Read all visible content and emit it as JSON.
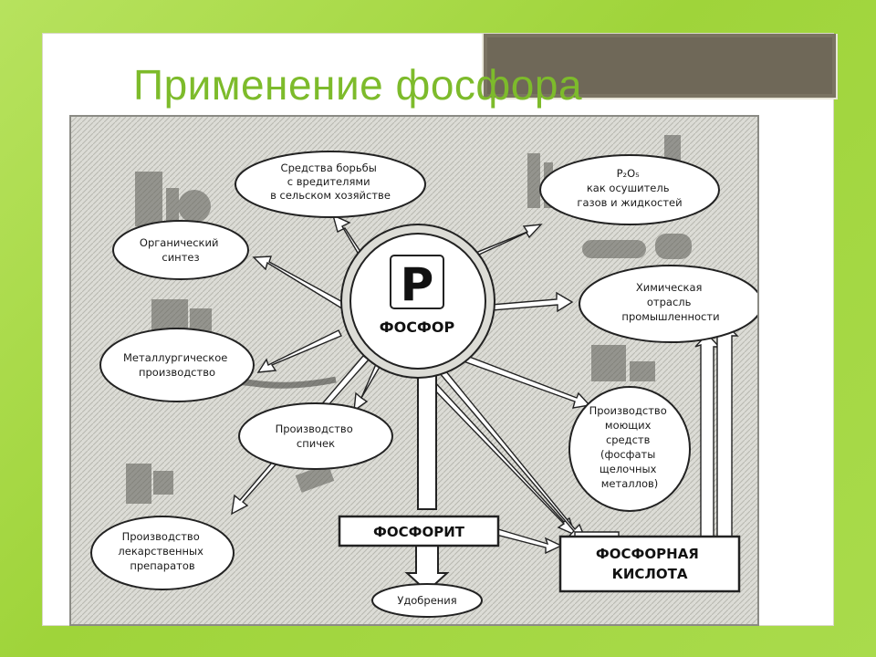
{
  "slide": {
    "title": "Применение фосфора"
  },
  "diagram": {
    "center": {
      "symbol": "P",
      "name": "ФОСФОР"
    },
    "nodes": {
      "pest_control": [
        "Средства борьбы",
        "с вредителями",
        "в сельском хозяйстве"
      ],
      "p2o5": [
        "P₂O₅",
        "как осушитель",
        "газов и жидкостей"
      ],
      "organic": [
        "Органический",
        "синтез"
      ],
      "chemical": [
        "Химическая",
        "отрасль",
        "промышленности"
      ],
      "metallurgy": [
        "Металлургическое",
        "производство"
      ],
      "matches": [
        "Производство",
        "спичек"
      ],
      "detergents": [
        "Производство",
        "моющих",
        "средств",
        "(фосфаты",
        "щелочных",
        "металлов)"
      ],
      "medicine": [
        "Производство",
        "лекарственных",
        "препаратов"
      ],
      "fertilizers": [
        "Удобрения"
      ]
    },
    "boxes": {
      "phosphorite": "ФОСФОРИТ",
      "acid": [
        "ФОСФОРНАЯ",
        "КИСЛОТА"
      ]
    }
  }
}
